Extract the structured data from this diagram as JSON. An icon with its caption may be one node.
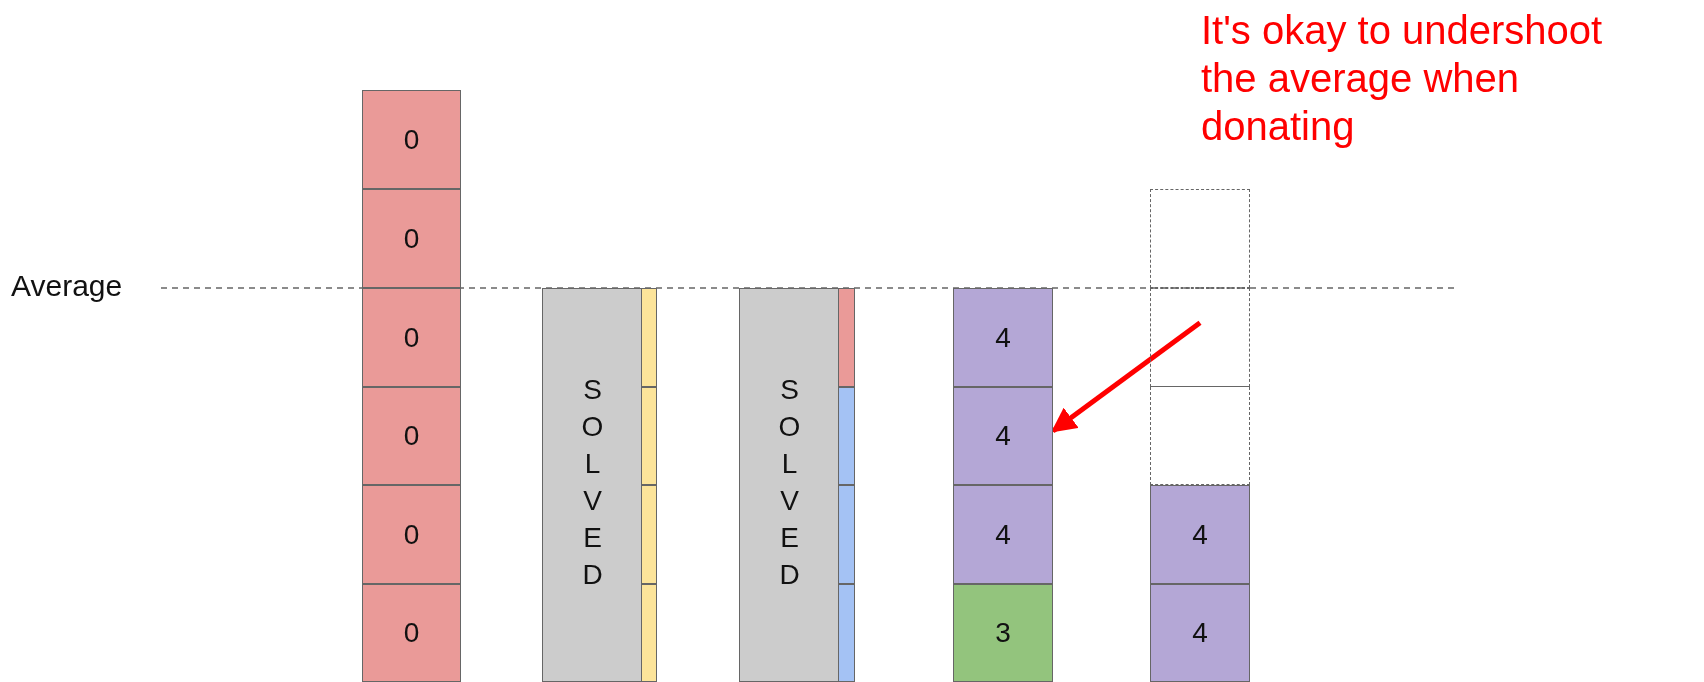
{
  "diagram": {
    "nodes": [
      {
        "text": [
          "0"
        ]
      },
      {
        "text": [
          "0"
        ]
      },
      {
        "text": [
          "0"
        ]
      },
      {
        "text": [
          "0"
        ]
      },
      {
        "text": [
          "0"
        ]
      },
      {
        "text": [
          "0"
        ]
      },
      {
        "text": [
          "SOLVED"
        ]
      },
      {
        "text": [],
        "shape": "bar"
      },
      {
        "text": [],
        "shape": "bar"
      },
      {
        "text": [],
        "shape": "bar"
      },
      {
        "text": [],
        "shape": "bar"
      },
      {
        "text": [
          "SOLVED"
        ]
      },
      {
        "text": [],
        "shape": "bar"
      },
      {
        "text": [],
        "shape": "bar"
      },
      {
        "text": [],
        "shape": "bar"
      },
      {
        "text": [],
        "shape": "bar"
      },
      {
        "text": [
          "4"
        ]
      },
      {
        "text": [
          "4"
        ]
      },
      {
        "text": [
          "4"
        ]
      },
      {
        "text": [
          "3"
        ]
      },
      {
        "text": [],
        "shape": "box"
      },
      {
        "text": [],
        "shape": "box"
      },
      {
        "text": [],
        "shape": "box"
      },
      {
        "text": [
          "4"
        ]
      },
      {
        "text": [
          "4"
        ]
      }
    ],
    "edges": [
      {
        "from": 21,
        "to": 17,
        "arrow": "to"
      }
    ],
    "labels": [
      "Average",
      "It's okay to undershoot the average when donating"
    ]
  }
}
